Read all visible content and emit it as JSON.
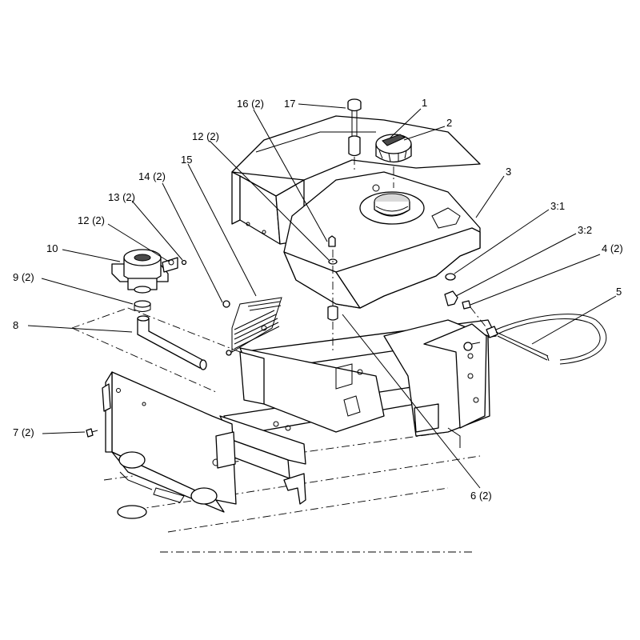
{
  "callouts": [
    {
      "id": "c1",
      "label": "1"
    },
    {
      "id": "c2",
      "label": "2"
    },
    {
      "id": "c3",
      "label": "3"
    },
    {
      "id": "c31",
      "label": "3:1"
    },
    {
      "id": "c32",
      "label": "3:2"
    },
    {
      "id": "c4",
      "label": "4 (2)"
    },
    {
      "id": "c5",
      "label": "5"
    },
    {
      "id": "c6",
      "label": "6 (2)"
    },
    {
      "id": "c7",
      "label": "7 (2)"
    },
    {
      "id": "c8",
      "label": "8"
    },
    {
      "id": "c9",
      "label": "9 (2)"
    },
    {
      "id": "c10",
      "label": "10"
    },
    {
      "id": "c12a",
      "label": "12 (2)"
    },
    {
      "id": "c12b",
      "label": "12 (2)"
    },
    {
      "id": "c13",
      "label": "13 (2)"
    },
    {
      "id": "c14",
      "label": "14 (2)"
    },
    {
      "id": "c15",
      "label": "15"
    },
    {
      "id": "c16",
      "label": "16 (2)"
    },
    {
      "id": "c17",
      "label": "17"
    }
  ]
}
